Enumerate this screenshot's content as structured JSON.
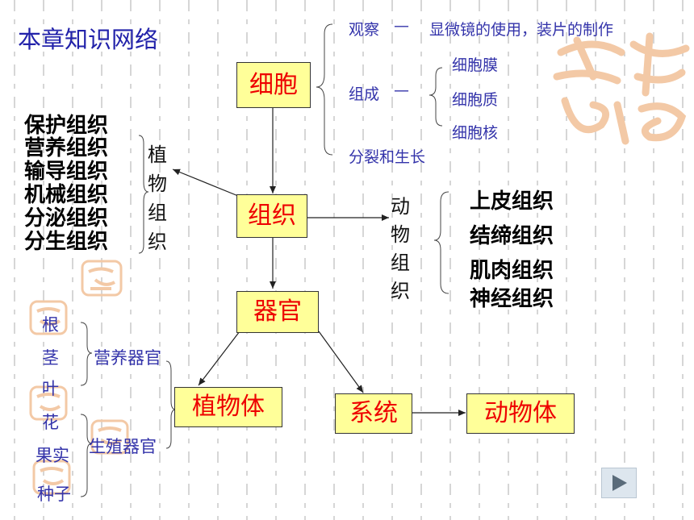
{
  "title": "本章知识网络",
  "boxes": {
    "cell": "细胞",
    "tissue": "组织",
    "organ": "器官",
    "plant_body": "植物体",
    "system": "系统",
    "animal_body": "动物体"
  },
  "cell_branch": {
    "observe": "观察",
    "observe_detail": "显微镜的使用，装片的制作",
    "compose": "组成",
    "parts": [
      "细胞膜",
      "细胞质",
      "细胞核"
    ],
    "divide": "分裂和生长"
  },
  "plant_tissue": {
    "label_chars": [
      "植",
      "物",
      "组",
      "织"
    ],
    "items": [
      "保护组织",
      "营养组织",
      "输导组织",
      "机械组织",
      "分泌组织",
      "分生组织"
    ]
  },
  "animal_tissue": {
    "label_chars": [
      "动",
      "物",
      "组",
      "织"
    ],
    "items": [
      "上皮组织",
      "结缔组织",
      "肌肉组织",
      "神经组织"
    ]
  },
  "plant_organs": {
    "vegetative": "营养器官",
    "reproductive": "生殖器官",
    "items": [
      "根",
      "茎",
      "叶",
      "花",
      "果实",
      "种子"
    ]
  },
  "dash_marks": {
    "observe": "—",
    "compose": "—"
  },
  "colors": {
    "box_fill": "#ffff99",
    "box_text": "#ee0000",
    "branch_text": "#3333aa",
    "seal": "#f3c9a6"
  },
  "icons": {
    "next": "play-triangle-icon"
  }
}
